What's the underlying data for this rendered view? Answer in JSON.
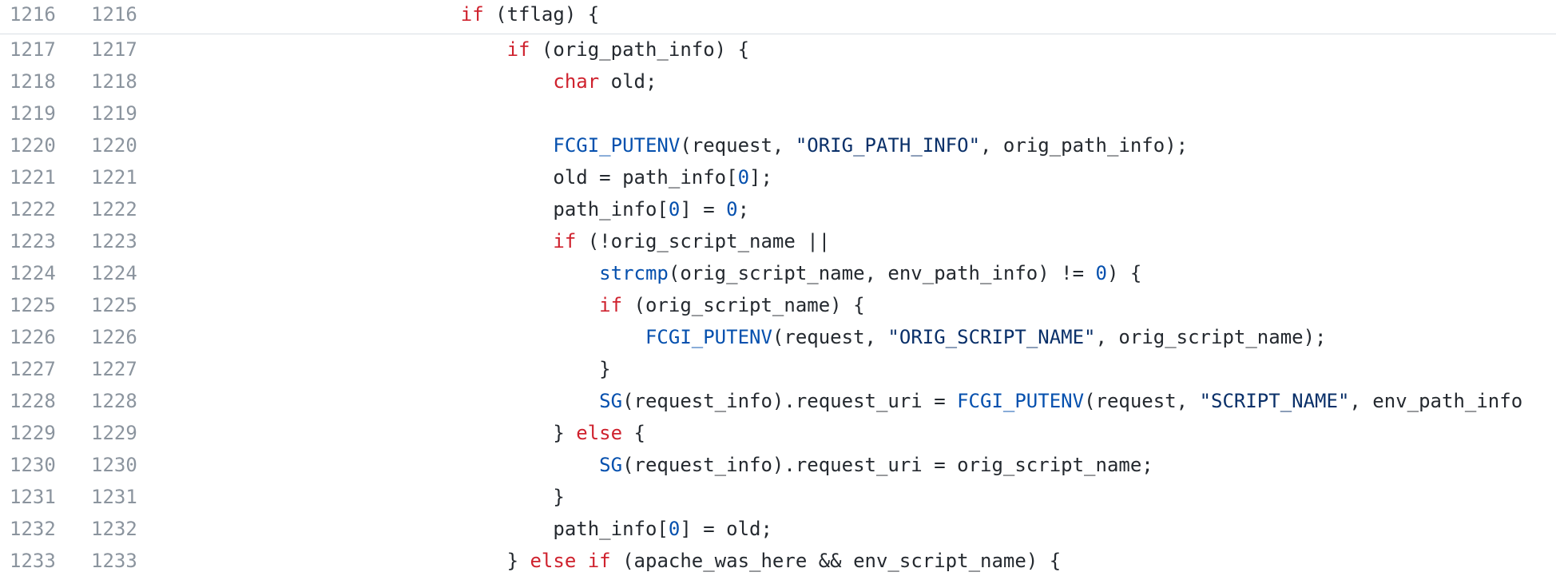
{
  "colors": {
    "keyword": "#cf222e",
    "function": "#0550ae",
    "number": "#0550ae",
    "string": "#0a3069",
    "plain": "#24292f",
    "line_number": "#8b949e",
    "separator": "#d8dee4"
  },
  "lines": [
    {
      "old": "1216",
      "new": "1216",
      "tokens": [
        {
          "t": "                        ",
          "k": "pl"
        },
        {
          "t": "if",
          "k": "kw"
        },
        {
          "t": " (tflag) {",
          "k": "pl"
        }
      ]
    },
    {
      "old": "1217",
      "new": "1217",
      "tokens": [
        {
          "t": "                            ",
          "k": "pl"
        },
        {
          "t": "if",
          "k": "kw"
        },
        {
          "t": " (orig_path_info) {",
          "k": "pl"
        }
      ]
    },
    {
      "old": "1218",
      "new": "1218",
      "tokens": [
        {
          "t": "                                ",
          "k": "pl"
        },
        {
          "t": "char",
          "k": "kw"
        },
        {
          "t": " old;",
          "k": "pl"
        }
      ]
    },
    {
      "old": "1219",
      "new": "1219",
      "tokens": []
    },
    {
      "old": "1220",
      "new": "1220",
      "tokens": [
        {
          "t": "                                ",
          "k": "pl"
        },
        {
          "t": "FCGI_PUTENV",
          "k": "fn"
        },
        {
          "t": "(request, ",
          "k": "pl"
        },
        {
          "t": "\"ORIG_PATH_INFO\"",
          "k": "str"
        },
        {
          "t": ", orig_path_info);",
          "k": "pl"
        }
      ]
    },
    {
      "old": "1221",
      "new": "1221",
      "tokens": [
        {
          "t": "                                old = path_info[",
          "k": "pl"
        },
        {
          "t": "0",
          "k": "num"
        },
        {
          "t": "];",
          "k": "pl"
        }
      ]
    },
    {
      "old": "1222",
      "new": "1222",
      "tokens": [
        {
          "t": "                                path_info[",
          "k": "pl"
        },
        {
          "t": "0",
          "k": "num"
        },
        {
          "t": "] = ",
          "k": "pl"
        },
        {
          "t": "0",
          "k": "num"
        },
        {
          "t": ";",
          "k": "pl"
        }
      ]
    },
    {
      "old": "1223",
      "new": "1223",
      "tokens": [
        {
          "t": "                                ",
          "k": "pl"
        },
        {
          "t": "if",
          "k": "kw"
        },
        {
          "t": " (!orig_script_name ||",
          "k": "pl"
        }
      ]
    },
    {
      "old": "1224",
      "new": "1224",
      "tokens": [
        {
          "t": "                                    ",
          "k": "pl"
        },
        {
          "t": "strcmp",
          "k": "fn"
        },
        {
          "t": "(orig_script_name, env_path_info) != ",
          "k": "pl"
        },
        {
          "t": "0",
          "k": "num"
        },
        {
          "t": ") {",
          "k": "pl"
        }
      ]
    },
    {
      "old": "1225",
      "new": "1225",
      "tokens": [
        {
          "t": "                                    ",
          "k": "pl"
        },
        {
          "t": "if",
          "k": "kw"
        },
        {
          "t": " (orig_script_name) {",
          "k": "pl"
        }
      ]
    },
    {
      "old": "1226",
      "new": "1226",
      "tokens": [
        {
          "t": "                                        ",
          "k": "pl"
        },
        {
          "t": "FCGI_PUTENV",
          "k": "fn"
        },
        {
          "t": "(request, ",
          "k": "pl"
        },
        {
          "t": "\"ORIG_SCRIPT_NAME\"",
          "k": "str"
        },
        {
          "t": ", orig_script_name);",
          "k": "pl"
        }
      ]
    },
    {
      "old": "1227",
      "new": "1227",
      "tokens": [
        {
          "t": "                                    }",
          "k": "pl"
        }
      ]
    },
    {
      "old": "1228",
      "new": "1228",
      "tokens": [
        {
          "t": "                                    ",
          "k": "pl"
        },
        {
          "t": "SG",
          "k": "fn"
        },
        {
          "t": "(request_info).request_uri = ",
          "k": "pl"
        },
        {
          "t": "FCGI_PUTENV",
          "k": "fn"
        },
        {
          "t": "(request, ",
          "k": "pl"
        },
        {
          "t": "\"SCRIPT_NAME\"",
          "k": "str"
        },
        {
          "t": ", env_path_info",
          "k": "pl"
        }
      ]
    },
    {
      "old": "1229",
      "new": "1229",
      "tokens": [
        {
          "t": "                                } ",
          "k": "pl"
        },
        {
          "t": "else",
          "k": "kw"
        },
        {
          "t": " {",
          "k": "pl"
        }
      ]
    },
    {
      "old": "1230",
      "new": "1230",
      "tokens": [
        {
          "t": "                                    ",
          "k": "pl"
        },
        {
          "t": "SG",
          "k": "fn"
        },
        {
          "t": "(request_info).request_uri = orig_script_name;",
          "k": "pl"
        }
      ]
    },
    {
      "old": "1231",
      "new": "1231",
      "tokens": [
        {
          "t": "                                }",
          "k": "pl"
        }
      ]
    },
    {
      "old": "1232",
      "new": "1232",
      "tokens": [
        {
          "t": "                                path_info[",
          "k": "pl"
        },
        {
          "t": "0",
          "k": "num"
        },
        {
          "t": "] = old;",
          "k": "pl"
        }
      ]
    },
    {
      "old": "1233",
      "new": "1233",
      "tokens": [
        {
          "t": "                            } ",
          "k": "pl"
        },
        {
          "t": "else",
          "k": "kw"
        },
        {
          "t": " ",
          "k": "pl"
        },
        {
          "t": "if",
          "k": "kw"
        },
        {
          "t": " (apache_was_here && env_script_name) {",
          "k": "pl"
        }
      ]
    }
  ]
}
